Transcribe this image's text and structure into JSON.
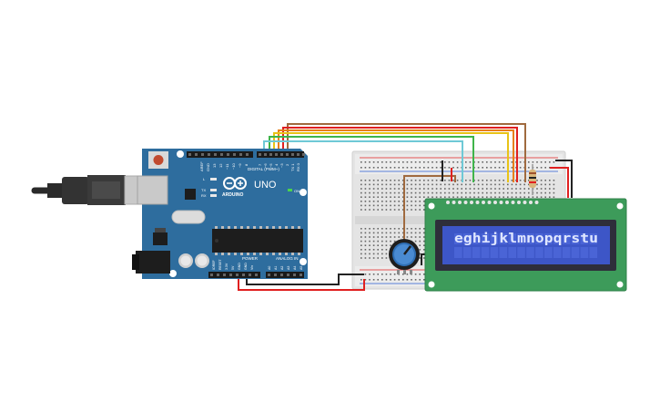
{
  "arduino": {
    "brand": "ARDUINO",
    "model": "UNO",
    "digital_header_label": "DIGITAL (PWM~)",
    "power_header_label": "POWER",
    "analog_header_label": "ANALOG IN",
    "on_label": "ON",
    "tx_label": "TX",
    "rx_label": "RX",
    "l_label": "L",
    "aref_label": "AREF",
    "gnd_label": "GND",
    "pin_13": "13",
    "pin_12": "12",
    "pin_11": "~11",
    "pin_10": "~10",
    "pin_9": "~9",
    "pin_8": "8",
    "pin_7": "7",
    "pin_6": "~6",
    "pin_5": "~5",
    "pin_4": "4",
    "pin_3": "~3",
    "pin_2": "2",
    "pin_tx1": "TX 1",
    "pin_rx0": "RX 0",
    "pwr_ioref": "IOREF",
    "pwr_reset": "RESET",
    "pwr_3v3": "3.3V",
    "pwr_5v": "5V",
    "pwr_gnd1": "GND",
    "pwr_gnd2": "GND",
    "pwr_vin": "Vin",
    "a0": "A0",
    "a1": "A1",
    "a2": "A2",
    "a3": "A3",
    "a4": "A4",
    "a5": "A5"
  },
  "lcd": {
    "display_text": "eghijklmnopqrstu"
  },
  "colors": {
    "arduino_board": "#2e6d9e",
    "lcd_board": "#3d9b5a",
    "lcd_screen": "#3d56c7",
    "lcd_text": "#dfe6ff",
    "wire_red": "#e02020",
    "wire_black": "#222222",
    "wire_orange": "#e8801a",
    "wire_yellow": "#e8c317",
    "wire_green": "#3fb44a",
    "wire_teal": "#6ec9d6",
    "wire_brown": "#a06a3f",
    "breadboard": "#e9e9e9"
  }
}
